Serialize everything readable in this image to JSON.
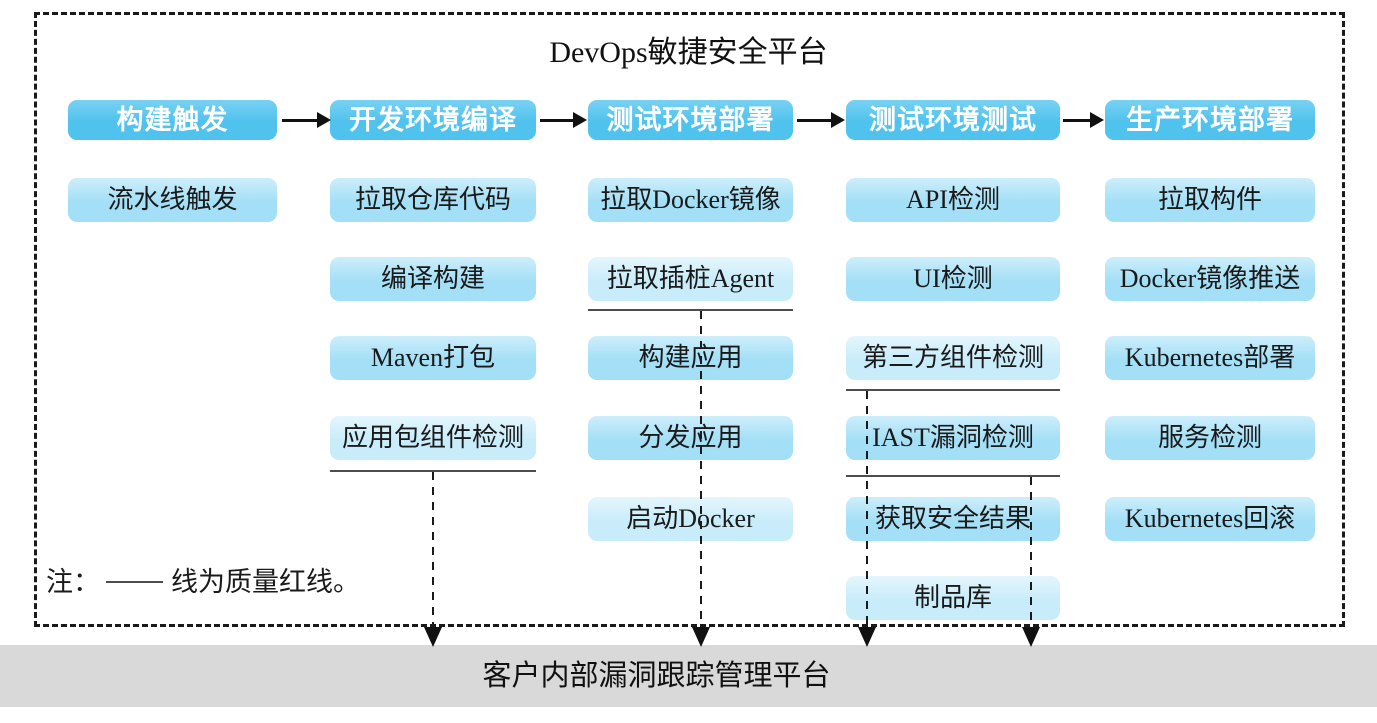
{
  "title": "DevOps敏捷安全平台",
  "flow": {
    "columns": [
      {
        "header": "构建触发",
        "items": [
          {
            "label": "流水线触发",
            "tone": "medium"
          }
        ]
      },
      {
        "header": "开发环境编译",
        "items": [
          {
            "label": "拉取仓库代码",
            "tone": "medium"
          },
          {
            "label": "编译构建",
            "tone": "medium"
          },
          {
            "label": "Maven打包",
            "tone": "medium"
          },
          {
            "label": "应用包组件检测",
            "tone": "light"
          }
        ]
      },
      {
        "header": "测试环境部署",
        "items": [
          {
            "label": "拉取Docker镜像",
            "tone": "medium"
          },
          {
            "label": "拉取插桩Agent",
            "tone": "light"
          },
          {
            "label": "构建应用",
            "tone": "medium"
          },
          {
            "label": "分发应用",
            "tone": "medium"
          },
          {
            "label": "启动Docker",
            "tone": "light"
          }
        ]
      },
      {
        "header": "测试环境测试",
        "items": [
          {
            "label": "API检测",
            "tone": "medium"
          },
          {
            "label": "UI检测",
            "tone": "medium"
          },
          {
            "label": "第三方组件检测",
            "tone": "light"
          },
          {
            "label": "IAST漏洞检测",
            "tone": "medium"
          },
          {
            "label": "获取安全结果",
            "tone": "medium"
          },
          {
            "label": "制品库",
            "tone": "light"
          }
        ]
      },
      {
        "header": "生产环境部署",
        "items": [
          {
            "label": "拉取构件",
            "tone": "medium"
          },
          {
            "label": "Docker镜像推送",
            "tone": "medium"
          },
          {
            "label": "Kubernetes部署",
            "tone": "medium"
          },
          {
            "label": "服务检测",
            "tone": "medium"
          },
          {
            "label": "Kubernetes回滚",
            "tone": "medium"
          }
        ]
      }
    ]
  },
  "note": {
    "prefix": "注：",
    "suffix": "线为质量红线。"
  },
  "bottom_bar": {
    "label": "客户内部漏洞跟踪管理平台"
  },
  "colors": {
    "header_box": "#4fc2ed",
    "step_box": "#a3dff6",
    "step_box_light": "#c9ecfa",
    "bottom_bar": "#d9d9d9",
    "line": "#4d4d4d",
    "connector": "#1a1a1a"
  }
}
